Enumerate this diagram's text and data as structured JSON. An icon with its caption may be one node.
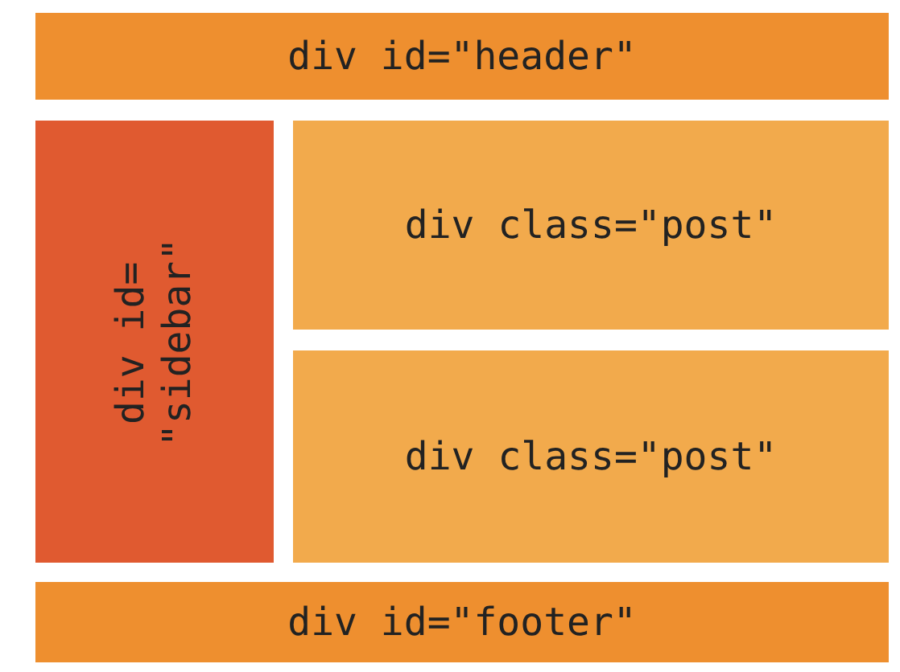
{
  "diagram": {
    "nodes": [
      {
        "text": [
          "div id=\"header\""
        ]
      },
      {
        "text": [
          "div id= \"sidebar\""
        ]
      },
      {
        "text": [
          "div class=\"post\""
        ]
      },
      {
        "text": [
          "div class=\"post\""
        ]
      },
      {
        "text": [
          "div id=\"footer\""
        ]
      }
    ]
  }
}
